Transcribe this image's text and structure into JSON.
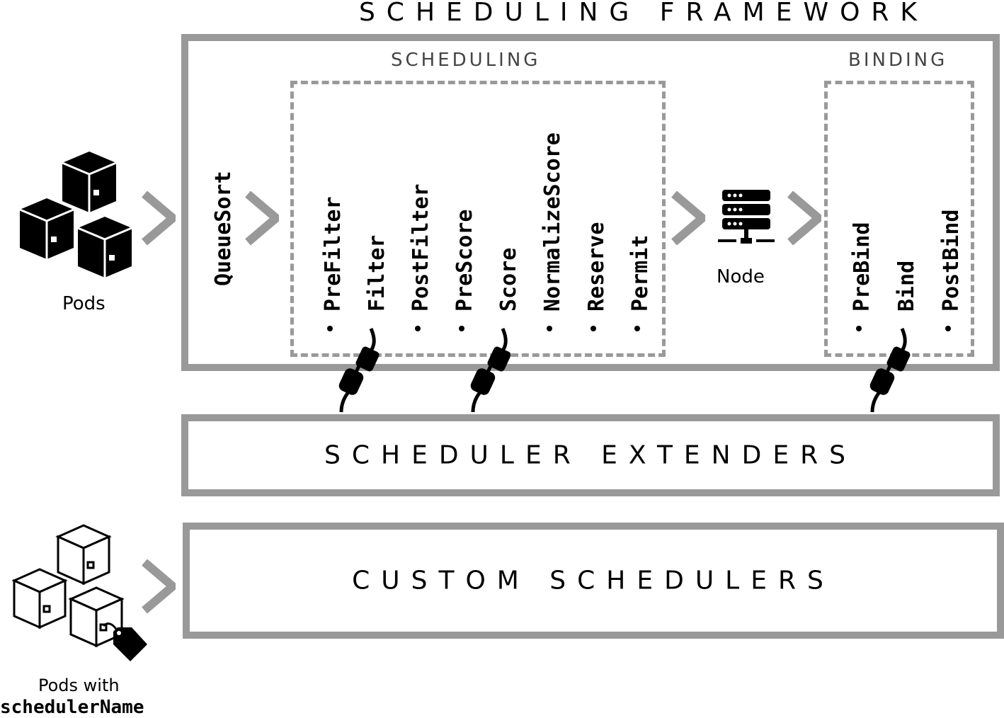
{
  "diagram": {
    "title": "SCHEDULING FRAMEWORK",
    "scheduling_label": "SCHEDULING",
    "binding_label": "BINDING",
    "queue_sort": "QueueSort",
    "scheduling_steps": [
      "PreFilter",
      "Filter",
      "PostFilter",
      "PreScore",
      "Score",
      "NormalizeScore",
      "Reserve",
      "Permit"
    ],
    "node_label": "Node",
    "binding_steps": [
      "PreBind",
      "Bind",
      "PostBind"
    ],
    "extenders_label": "SCHEDULER EXTENDERS",
    "custom_label": "CUSTOM SCHEDULERS",
    "pods_label": "Pods",
    "pods_with_label": "Pods with",
    "scheduler_name_label": "schedulerName"
  },
  "icons": [
    "box-icon",
    "chevron-right-icon",
    "server-icon",
    "plug-icon",
    "tag-icon"
  ],
  "colors": {
    "frame": "#999999",
    "ink": "#000000",
    "label": "#444444"
  }
}
